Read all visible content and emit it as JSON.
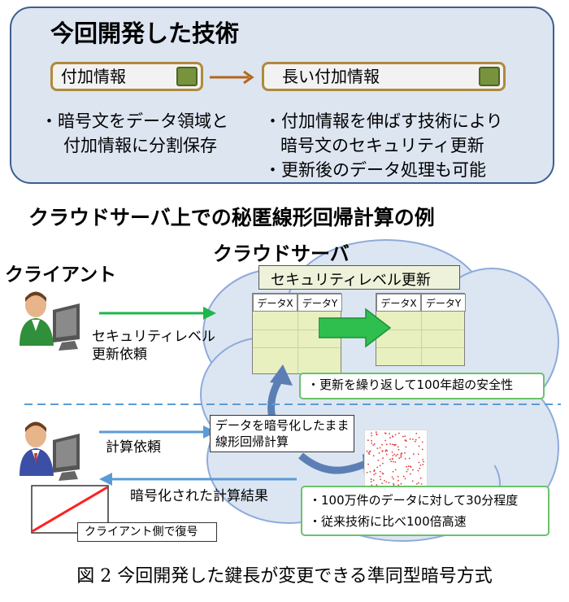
{
  "summary": {
    "title": "今回開発した技術",
    "key_short": "付加情報",
    "key_long": "長い付加情報",
    "left_bullet_line1": "・暗号文をデータ領域と",
    "left_bullet_line2": "付加情報に分割保存",
    "right_bullet1_line1": "・付加情報を伸ばす技術により",
    "right_bullet1_line2": "暗号文のセキュリティ更新",
    "right_bullet2": "・更新後のデータ処理も可能"
  },
  "section_title": "クラウドサーバ上での秘匿線形回帰計算の例",
  "cloud_label": "クラウドサーバ",
  "client_label": "クライアント",
  "security_request_line1": "セキュリティレベル",
  "security_request_line2": "更新依頼",
  "security_update_label": "セキュリティレベル更新",
  "table_headers": [
    "データX",
    "データY"
  ],
  "repeat_note": "・更新を繰り返して100年超の安全性",
  "compute_request": "計算依頼",
  "compute_box_line1": "データを暗号化したまま",
  "compute_box_line2": "線形回帰計算",
  "encrypted_result": "暗号化された計算結果",
  "decrypt_label": "クライアント側で復号",
  "performance_line1": "・100万件のデータに対して30分程度",
  "performance_line2": "・従来技術に比べ100倍高速",
  "caption": "図 2  今回開発した鍵長が変更できる準同型暗号方式",
  "colors": {
    "panel_bg": "#dde5f1",
    "panel_border": "#3d5f8f",
    "key_green": "#77933c",
    "arrow_brown": "#b5651d",
    "green_arrow": "#1fb64a",
    "blue_arrow": "#5b9bd5",
    "cloud_fill": "#dce6f2",
    "regression_line": "#ff2020"
  }
}
